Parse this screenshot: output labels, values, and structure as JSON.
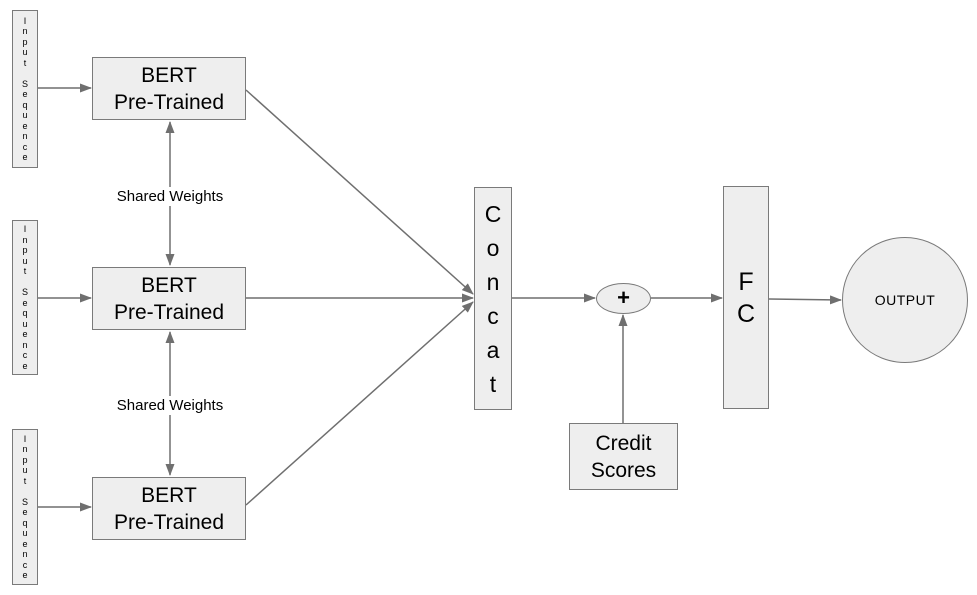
{
  "colors": {
    "background": "#ffffff",
    "box_fill": "#eeeeee",
    "box_border": "#7a7a7a",
    "arrow": "#6f6f6f",
    "text": "#000000"
  },
  "nodes": {
    "inputs": [
      {
        "label": "Input Sequence",
        "stacked": "I\nn\np\nu\nt\n\nS\ne\nq\nu\ne\nn\nc\ne"
      },
      {
        "label": "Input Sequence",
        "stacked": "I\nn\np\nu\nt\n\nS\ne\nq\nu\ne\nn\nc\ne"
      },
      {
        "label": "Input Sequence",
        "stacked": "I\nn\np\nu\nt\n\nS\ne\nq\nu\ne\nn\nc\ne"
      }
    ],
    "berts": [
      {
        "text": "BERT\nPre-Trained"
      },
      {
        "text": "BERT\nPre-Trained"
      },
      {
        "text": "BERT\nPre-Trained"
      }
    ],
    "shared_weights_labels": [
      "Shared Weights",
      "Shared Weights"
    ],
    "concat": {
      "label": "Concat",
      "stacked": "C\no\nn\nc\na\nt"
    },
    "plus": {
      "symbol": "+"
    },
    "credit_scores": {
      "text": "Credit\nScores"
    },
    "fc": {
      "label": "FC",
      "stacked": "F\nC"
    },
    "output": {
      "label": "OUTPUT"
    }
  },
  "edges": [
    {
      "from": "input-sequence-1",
      "to": "bert-1"
    },
    {
      "from": "input-sequence-2",
      "to": "bert-2"
    },
    {
      "from": "input-sequence-3",
      "to": "bert-3"
    },
    {
      "from": "bert-1",
      "to": "concat"
    },
    {
      "from": "bert-2",
      "to": "concat"
    },
    {
      "from": "bert-3",
      "to": "concat"
    },
    {
      "from": "bert-1",
      "to": "bert-2",
      "type": "shared-weights-bidirectional"
    },
    {
      "from": "bert-2",
      "to": "bert-3",
      "type": "shared-weights-bidirectional"
    },
    {
      "from": "concat",
      "to": "plus"
    },
    {
      "from": "credit-scores",
      "to": "plus"
    },
    {
      "from": "plus",
      "to": "fc"
    },
    {
      "from": "fc",
      "to": "output"
    }
  ]
}
